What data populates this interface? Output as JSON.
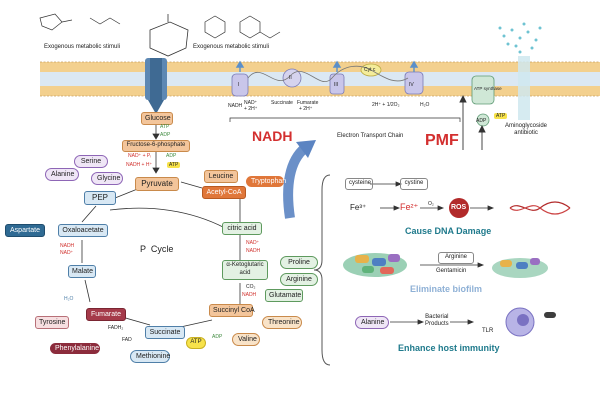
{
  "top": {
    "stimuli_left": "Exogenous metabolic stimuli",
    "stimuli_right": "Exogenous metabolic stimuli",
    "aminoglycoside": "Aminoglycoside\nantibiotic",
    "etc_label": "Electron Transport Chain"
  },
  "etc": {
    "nadh": "NADH",
    "nad": "NAD⁺",
    "h2": "+ 2H⁺",
    "succinate": "Succinate",
    "fumarate": "Fumarate",
    "h2b": "+ 2H⁺",
    "cyt_c": "Cyt c",
    "o2_eq": "2H⁺ + 1/2O₂",
    "h2o": "H₂O",
    "complex_i": "I",
    "complex_ii": "II",
    "complex_iii": "III",
    "complex_iv": "IV",
    "atp_synthase": "ATP synthase",
    "adp": "ADP",
    "atp": "ATP"
  },
  "big_labels": {
    "nadh": "NADH",
    "pmf": "PMF"
  },
  "glycolysis": {
    "glucose": "Glucose",
    "atp1": "ATP",
    "adp1": "ADP",
    "f6p": "Fructose-6-phosphate",
    "nad": "NAD⁺ + Pᵢ",
    "adp2": "ADP",
    "nadh": "NADH + H⁺",
    "atp2": "ATP"
  },
  "nodes": {
    "serine": "Serine",
    "alanine": "Alanine",
    "glycine": "Glycine",
    "pyruvate": "Pyruvate",
    "leucine": "Leucine",
    "tryptophan": "Tryptophan",
    "acetyl_coa": "Acetyl-CoA",
    "pep": "PEP",
    "citric_acid": "citric acid",
    "oxaloacetate": "Oxaloacetate",
    "aspartate": "Aspartate",
    "p_cycle": "P  Cycle",
    "malate": "Malate",
    "h2o": "H₂O",
    "proline": "Proline",
    "akg": "α-Ketoglutaric\nacid",
    "arginine": "Arginine",
    "glutamate": "Glutamate",
    "fumarate": "Fumarate",
    "tyrosine": "Tyrosine",
    "succinyl_coa": "Succinyl CoA",
    "threonine": "Threonine",
    "succinate": "Succinate",
    "phenylalanine": "Phenylalanine",
    "methionine": "Methionine",
    "valine": "Valine",
    "atp": "ATP",
    "adp": "ADP",
    "fadh": "FADH₂",
    "fad": "FAD",
    "nadh_small": "NADH",
    "nad_small": "NAD⁺",
    "co2": "CO₂"
  },
  "right": {
    "cysteine1": "cysteine",
    "cysteine2": "cystine",
    "fe3": "Fe³⁺",
    "fe2": "Fe²⁺",
    "o2": "O₂",
    "ros": "ROS",
    "dna_damage": "Cause DNA Damage",
    "arginine": "Arginine",
    "gentamicin": "Gentamicin",
    "biofilm": "Eliminate biofilm",
    "alanine": "Alanine",
    "bacterial_products": "Bacterial\nProducts",
    "tlr": "TLR",
    "immunity": "Enhance host immunity"
  },
  "colors": {
    "membrane": "#f4d9a8",
    "membrane_band": "#dce9f4",
    "accent_red": "#d32f2f",
    "teal": "#1f7a8c"
  }
}
